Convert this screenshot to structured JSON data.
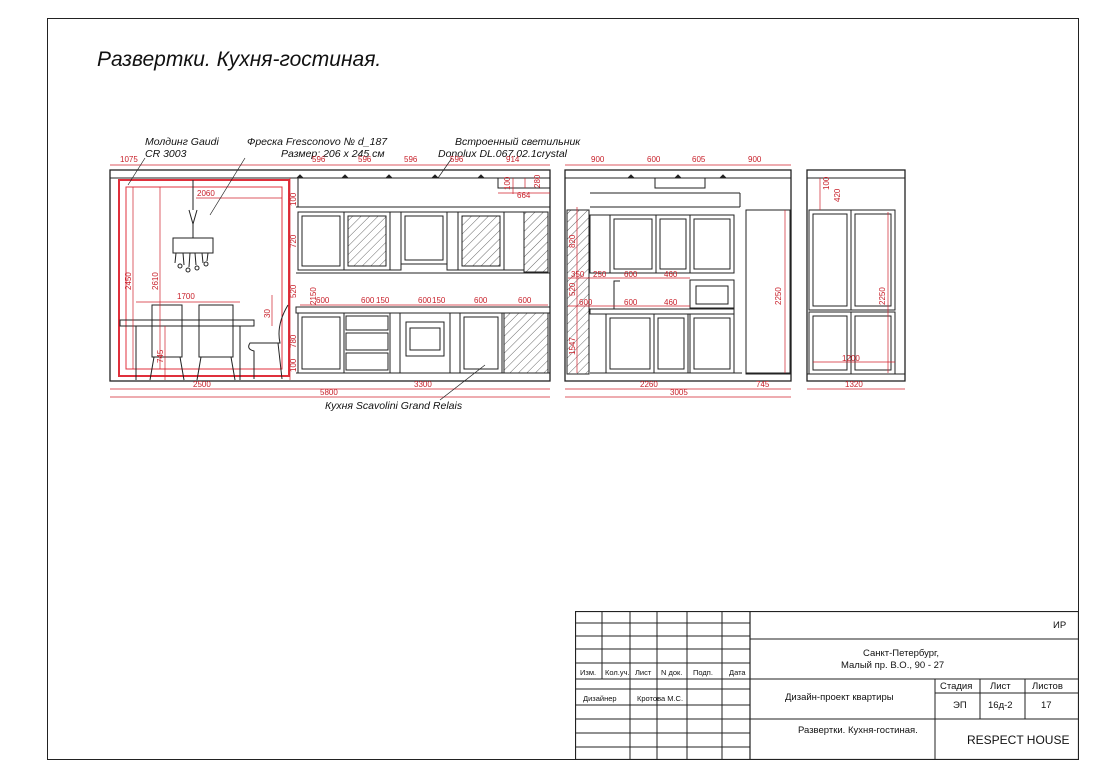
{
  "sheet_title": "Развертки. Кухня-гостиная.",
  "annotations": {
    "molding_line1": "Молдинг Gaudi",
    "molding_line2": "CR 3003",
    "fresco_line1": "Фреска Fresconovo № d_187",
    "fresco_line2": "Размер: 206 х 245 см",
    "light_line1": "Встроенный светильник",
    "light_line2": "Donolux DL.067.02.1crystal",
    "kitchen": "Кухня Scavolini Grand Relais"
  },
  "dimensions": {
    "wall1": {
      "top": [
        "1075",
        "596",
        "596",
        "596",
        "596",
        "914"
      ],
      "fresco_w": "2060",
      "h_2450": "2450",
      "h_2610": "2610",
      "table_w": "1700",
      "h_745": "745",
      "h_30": "30",
      "h_100a": "100",
      "h_720": "720",
      "h_520": "520",
      "h_2150": "2150",
      "h_780": "780",
      "h_100b": "100",
      "row_counter": [
        "600",
        "600",
        "150",
        "600",
        "150",
        "600",
        "600"
      ],
      "niche_100": "100",
      "niche_280": "280",
      "niche_664": "664",
      "bottom1": [
        "2500",
        "3300"
      ],
      "bottom_total": "5800"
    },
    "wall2": {
      "top": [
        "900",
        "600",
        "605",
        "900"
      ],
      "h_820": "820",
      "h_520": "520",
      "h_1547": "1547",
      "h_350": "350",
      "row1": [
        "250",
        "600",
        "460"
      ],
      "row2": [
        "600",
        "600",
        "460"
      ],
      "h_2250": "2250",
      "bottom1": [
        "2260",
        "745"
      ],
      "bottom_total": "3005"
    },
    "wall3": {
      "h_100": "100",
      "h_420": "420",
      "h_2250": "2250",
      "w_1200": "1200",
      "bottom": "1320"
    }
  },
  "title_block": {
    "code": "ИР",
    "city": "Санкт-Петербург,",
    "address": "Малый пр. В.О., 90 - 27",
    "col_headers": [
      "Изм.",
      "Кол.уч.",
      "Лист",
      "N док.",
      "Подп.",
      "Дата"
    ],
    "role": "Дизайнер",
    "person": "Кротова М.С.",
    "project": "Дизайн-проект квартиры",
    "stage_label": "Стадия",
    "sheet_label": "Лист",
    "sheets_label": "Листов",
    "stage": "ЭП",
    "sheet": "16д-2",
    "sheets": "17",
    "drawing_name": "Развертки. Кухня-гостиная.",
    "company": "RESPECT HOUSE"
  },
  "colors": {
    "line": "#222222",
    "dim": "#d0202c",
    "frame": "#e0303c"
  }
}
